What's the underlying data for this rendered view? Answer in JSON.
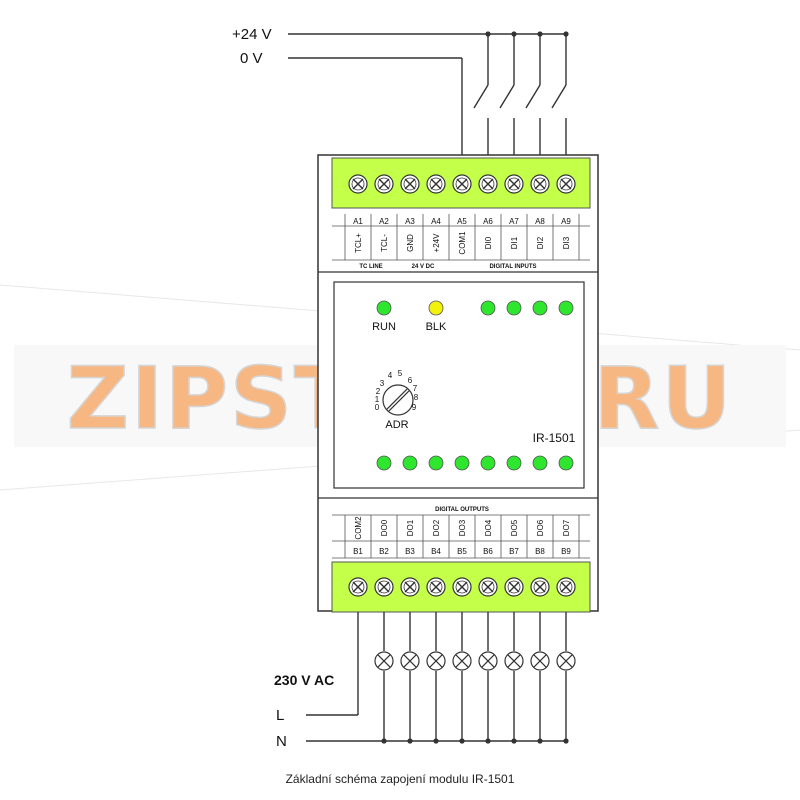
{
  "supply": {
    "plus": "+24 V",
    "zero": "0 V"
  },
  "ac": {
    "title": "230 V AC",
    "live": "L",
    "neutral": "N"
  },
  "top_terminals": {
    "ids": [
      "A1",
      "A2",
      "A3",
      "A4",
      "A5",
      "A6",
      "A7",
      "A8",
      "A9"
    ],
    "labels": [
      "TCL+",
      "TCL-",
      "GND",
      "+24V",
      "COM1",
      "DI0",
      "DI1",
      "DI2",
      "DI3"
    ],
    "groups": [
      "TC LINE",
      "24 V DC",
      "DIGITAL INPUTS"
    ]
  },
  "bottom_terminals": {
    "ids": [
      "B1",
      "B2",
      "B3",
      "B4",
      "B5",
      "B6",
      "B7",
      "B8",
      "B9"
    ],
    "labels": [
      "COM2",
      "DO0",
      "DO1",
      "DO2",
      "DO3",
      "DO4",
      "DO5",
      "DO6",
      "DO7"
    ],
    "group": "DIGITAL OUTPUTS"
  },
  "panel": {
    "run": "RUN",
    "blk": "BLK",
    "adr": "ADR",
    "model": "IR-1501",
    "dial_numbers": [
      "0",
      "1",
      "2",
      "3",
      "4",
      "5",
      "6",
      "7",
      "8",
      "9"
    ]
  },
  "colors": {
    "led_green": "#2ee62e",
    "led_yellow": "#f2f20a",
    "terminal_green": "#c4ff4a",
    "watermark": "#f5a05a"
  },
  "watermark": "ZIPSTORE.RU",
  "caption": "Základní schéma zapojení modulu IR-1501"
}
